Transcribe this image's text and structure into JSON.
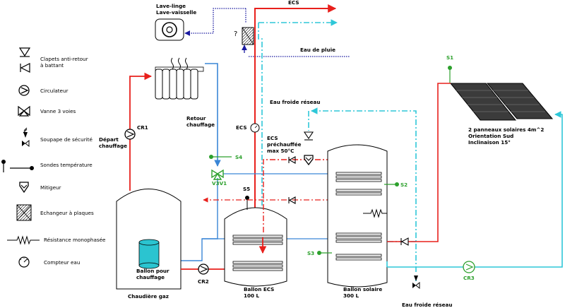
{
  "legend": {
    "check_valve": "Clapets anti-retour\nà battant",
    "circulator": "Circulateur",
    "three_way_valve": "Vanne 3 voies",
    "safety_valve": "Soupape de sécurité",
    "temp_probes": "Sondes température",
    "mixer": "Mitigeur",
    "plate_exchanger": "Echangeur à plaques",
    "resistance": "Résistance monophasée",
    "water_meter": "Compteur eau"
  },
  "labels": {
    "washer": "Lave-linge\nLave-vaisselle",
    "question": "?",
    "ecs_top": "ECS",
    "rain_water": "Eau de pluie",
    "cold_water_network": "Eau froide réseau",
    "cold_water_network_bottom": "Eau froide réseau",
    "depart": "Départ\nchauffage",
    "retour": "Retour\nchauffage",
    "ecs_preheated": "ECS\npréchauffée\nmax 50°C",
    "ecs_meter": "ECS",
    "panels": "2 panneaux solaires 4m^2\nOrientation Sud\nInclinaison 15°",
    "heating_tank": "Ballon pour\nchauffage",
    "gas_boiler": "Chaudière gaz",
    "ecs_tank": "Ballon ECS\n100 L",
    "solar_tank": "Ballon solaire\n300 L"
  },
  "tags": {
    "cr1": "CR1",
    "cr2": "CR2",
    "cr3": "CR3",
    "s1": "S1",
    "s2": "S2",
    "s3": "S3",
    "s4": "S4",
    "s5": "S5",
    "v3v1": "V3V1"
  },
  "colors": {
    "hot": "#e8201c",
    "heating_return": "#3a86d6",
    "cold": "#2ec7d8",
    "rain": "#1a1aa0",
    "probe": "#2ca02c",
    "heating_tank_fill": "#2bc4d0",
    "panel_dark": "#3b3b3b"
  }
}
